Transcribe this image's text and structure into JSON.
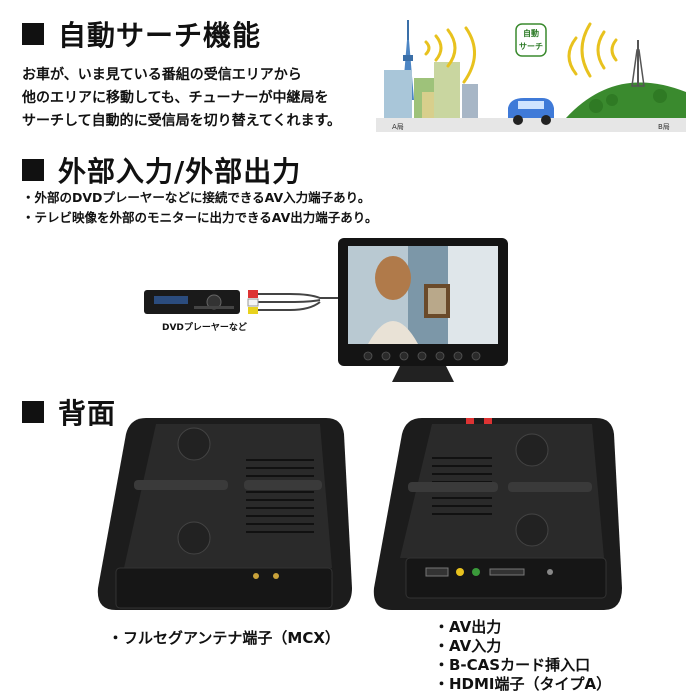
{
  "section1": {
    "title": "自動サーチ機能",
    "lines": [
      "お車が、いま見ている番組の受信エリアから",
      "他のエリアに移動しても、チューナーが中継局を",
      "サーチして自動的に受信局を切り替えてくれます。"
    ],
    "illustration": {
      "badge_top": "自動",
      "badge_bottom": "サーチ",
      "left_station": "A局",
      "right_station": "B局"
    }
  },
  "section2": {
    "title": "外部入力/外部出力",
    "bullets": [
      "・外部のDVDプレーヤーなどに接続できるAV入力端子あり。",
      "・テレビ映像を外部のモニターに出力できるAV出力端子あり。"
    ],
    "dvd_label": "DVDプレーヤーなど"
  },
  "section3": {
    "title": "背面",
    "left_caption": "・フルセグアンテナ端子（MCX）",
    "right_captions": [
      "・AV出力",
      "・AV入力",
      "・B-CASカード挿入口",
      "・HDMI端子（タイプA）"
    ]
  },
  "colors": {
    "ink": "#111111",
    "wave": "#e8c21e",
    "sky": "#3a6fa8",
    "hill": "#3a8a2e",
    "car": "#3f7ad8",
    "device": "#1a1a1a"
  }
}
